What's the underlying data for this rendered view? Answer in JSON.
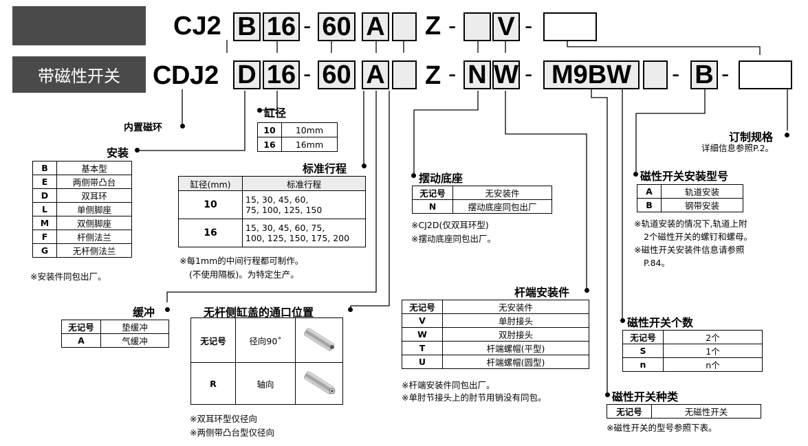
{
  "header": {
    "top_label": "",
    "bottom_label": "带磁性开关"
  },
  "row1": {
    "prefix": "CJ2",
    "b1": "B",
    "b2": "16",
    "b3": "60",
    "b4": "A",
    "b5": "",
    "z": "Z",
    "b6": "",
    "b7": "V",
    "b8": "",
    "dash": "-"
  },
  "row2": {
    "prefix_c": "C",
    "prefix_d": "D",
    "prefix_rest": "J2",
    "b1": "D",
    "b2": "16",
    "b3": "60",
    "b4": "A",
    "b5": "",
    "z": "Z",
    "b6": "N",
    "b7": "W",
    "b8": "M9BW",
    "b9": "",
    "b10": "B",
    "b11": "",
    "dash": "-"
  },
  "builtin_magnet": "内置磁环",
  "bore": {
    "title": "缸径",
    "rows": [
      {
        "k": "10",
        "v": "10mm"
      },
      {
        "k": "16",
        "v": "16mm"
      }
    ]
  },
  "mount": {
    "title": "安装",
    "rows": [
      {
        "k": "B",
        "v": "基本型"
      },
      {
        "k": "E",
        "v": "两侧带凸台"
      },
      {
        "k": "D",
        "v": "双耳环"
      },
      {
        "k": "L",
        "v": "单侧脚座"
      },
      {
        "k": "M",
        "v": "双侧脚座"
      },
      {
        "k": "F",
        "v": "杆侧法兰"
      },
      {
        "k": "G",
        "v": "无杆侧法兰"
      }
    ],
    "note": "※安装件同包出厂。"
  },
  "stroke": {
    "title": "标准行程",
    "head": [
      "缸径(mm)",
      "标准行程"
    ],
    "rows": [
      {
        "k": "10",
        "l1": "15, 30, 45, 60,",
        "l2": "75, 100, 125, 150"
      },
      {
        "k": "16",
        "l1": "15, 30, 45, 60, 75,",
        "l2": "100, 125, 150, 175, 200"
      }
    ],
    "note1": "※每1mm的中间行程都可制作。",
    "note2": "(不使用隔板)。为特定生产。"
  },
  "cushion": {
    "title": "缓冲",
    "rows": [
      {
        "k": "无记号",
        "v": "垫缓冲"
      },
      {
        "k": "A",
        "v": "气缓冲"
      }
    ]
  },
  "port": {
    "title": "无杆侧缸盖的通口位置",
    "rows": [
      {
        "k": "无记号",
        "v": "径向90˚"
      },
      {
        "k": "R",
        "v": "轴向"
      }
    ],
    "note1": "※双耳环型仅径向",
    "note2": "※两侧带凸台型仅径向"
  },
  "pivot": {
    "title": "摆动底座",
    "rows": [
      {
        "k": "无记号",
        "v": "无安装件"
      },
      {
        "k": "N",
        "v": "摆动底座同包出厂"
      }
    ],
    "note1": "※CJ2D(仅双耳环型)",
    "note2": "※摆动底座同包出厂。"
  },
  "rod_end": {
    "title": "杆端安装件",
    "rows": [
      {
        "k": "无记号",
        "v": "无安装件"
      },
      {
        "k": "V",
        "v": "单肘接头"
      },
      {
        "k": "W",
        "v": "双肘接头"
      },
      {
        "k": "T",
        "v": "杆端螺帽(平型)"
      },
      {
        "k": "U",
        "v": "杆端螺帽(圆型)"
      }
    ],
    "note1": "※杆端安装件同包出厂。",
    "note2": "※单肘节接头上的肘节用销没有同包。"
  },
  "custom": {
    "title": "订制规格",
    "note": "详细信息参照P.2。"
  },
  "sw_mount": {
    "title": "磁性开关安装型号",
    "rows": [
      {
        "k": "A",
        "v": "轨道安装"
      },
      {
        "k": "B",
        "v": "钢带安装"
      }
    ],
    "note1": "※轨道安装的情况下,轨道上附",
    "note2": "2个磁性开关的螺钉和螺母。",
    "note3": "※磁性开关安装件信息请参照",
    "note4": "P.84。"
  },
  "sw_count": {
    "title": "磁性开关个数",
    "rows": [
      {
        "k": "无记号",
        "v": "2个"
      },
      {
        "k": "S",
        "v": "1个"
      },
      {
        "k": "n",
        "v": "n个"
      }
    ]
  },
  "sw_type": {
    "title": "磁性开关种类",
    "rows": [
      {
        "k": "无记号",
        "v": "无磁性开关"
      }
    ],
    "note": "※磁性开关的型号参照下表。"
  },
  "colors": {
    "dark_label": "#4a4a4a",
    "box_fill": "#ececec"
  },
  "icons": [
    "bullet-dot",
    "cylinder-radial-port",
    "cylinder-axial-port"
  ]
}
